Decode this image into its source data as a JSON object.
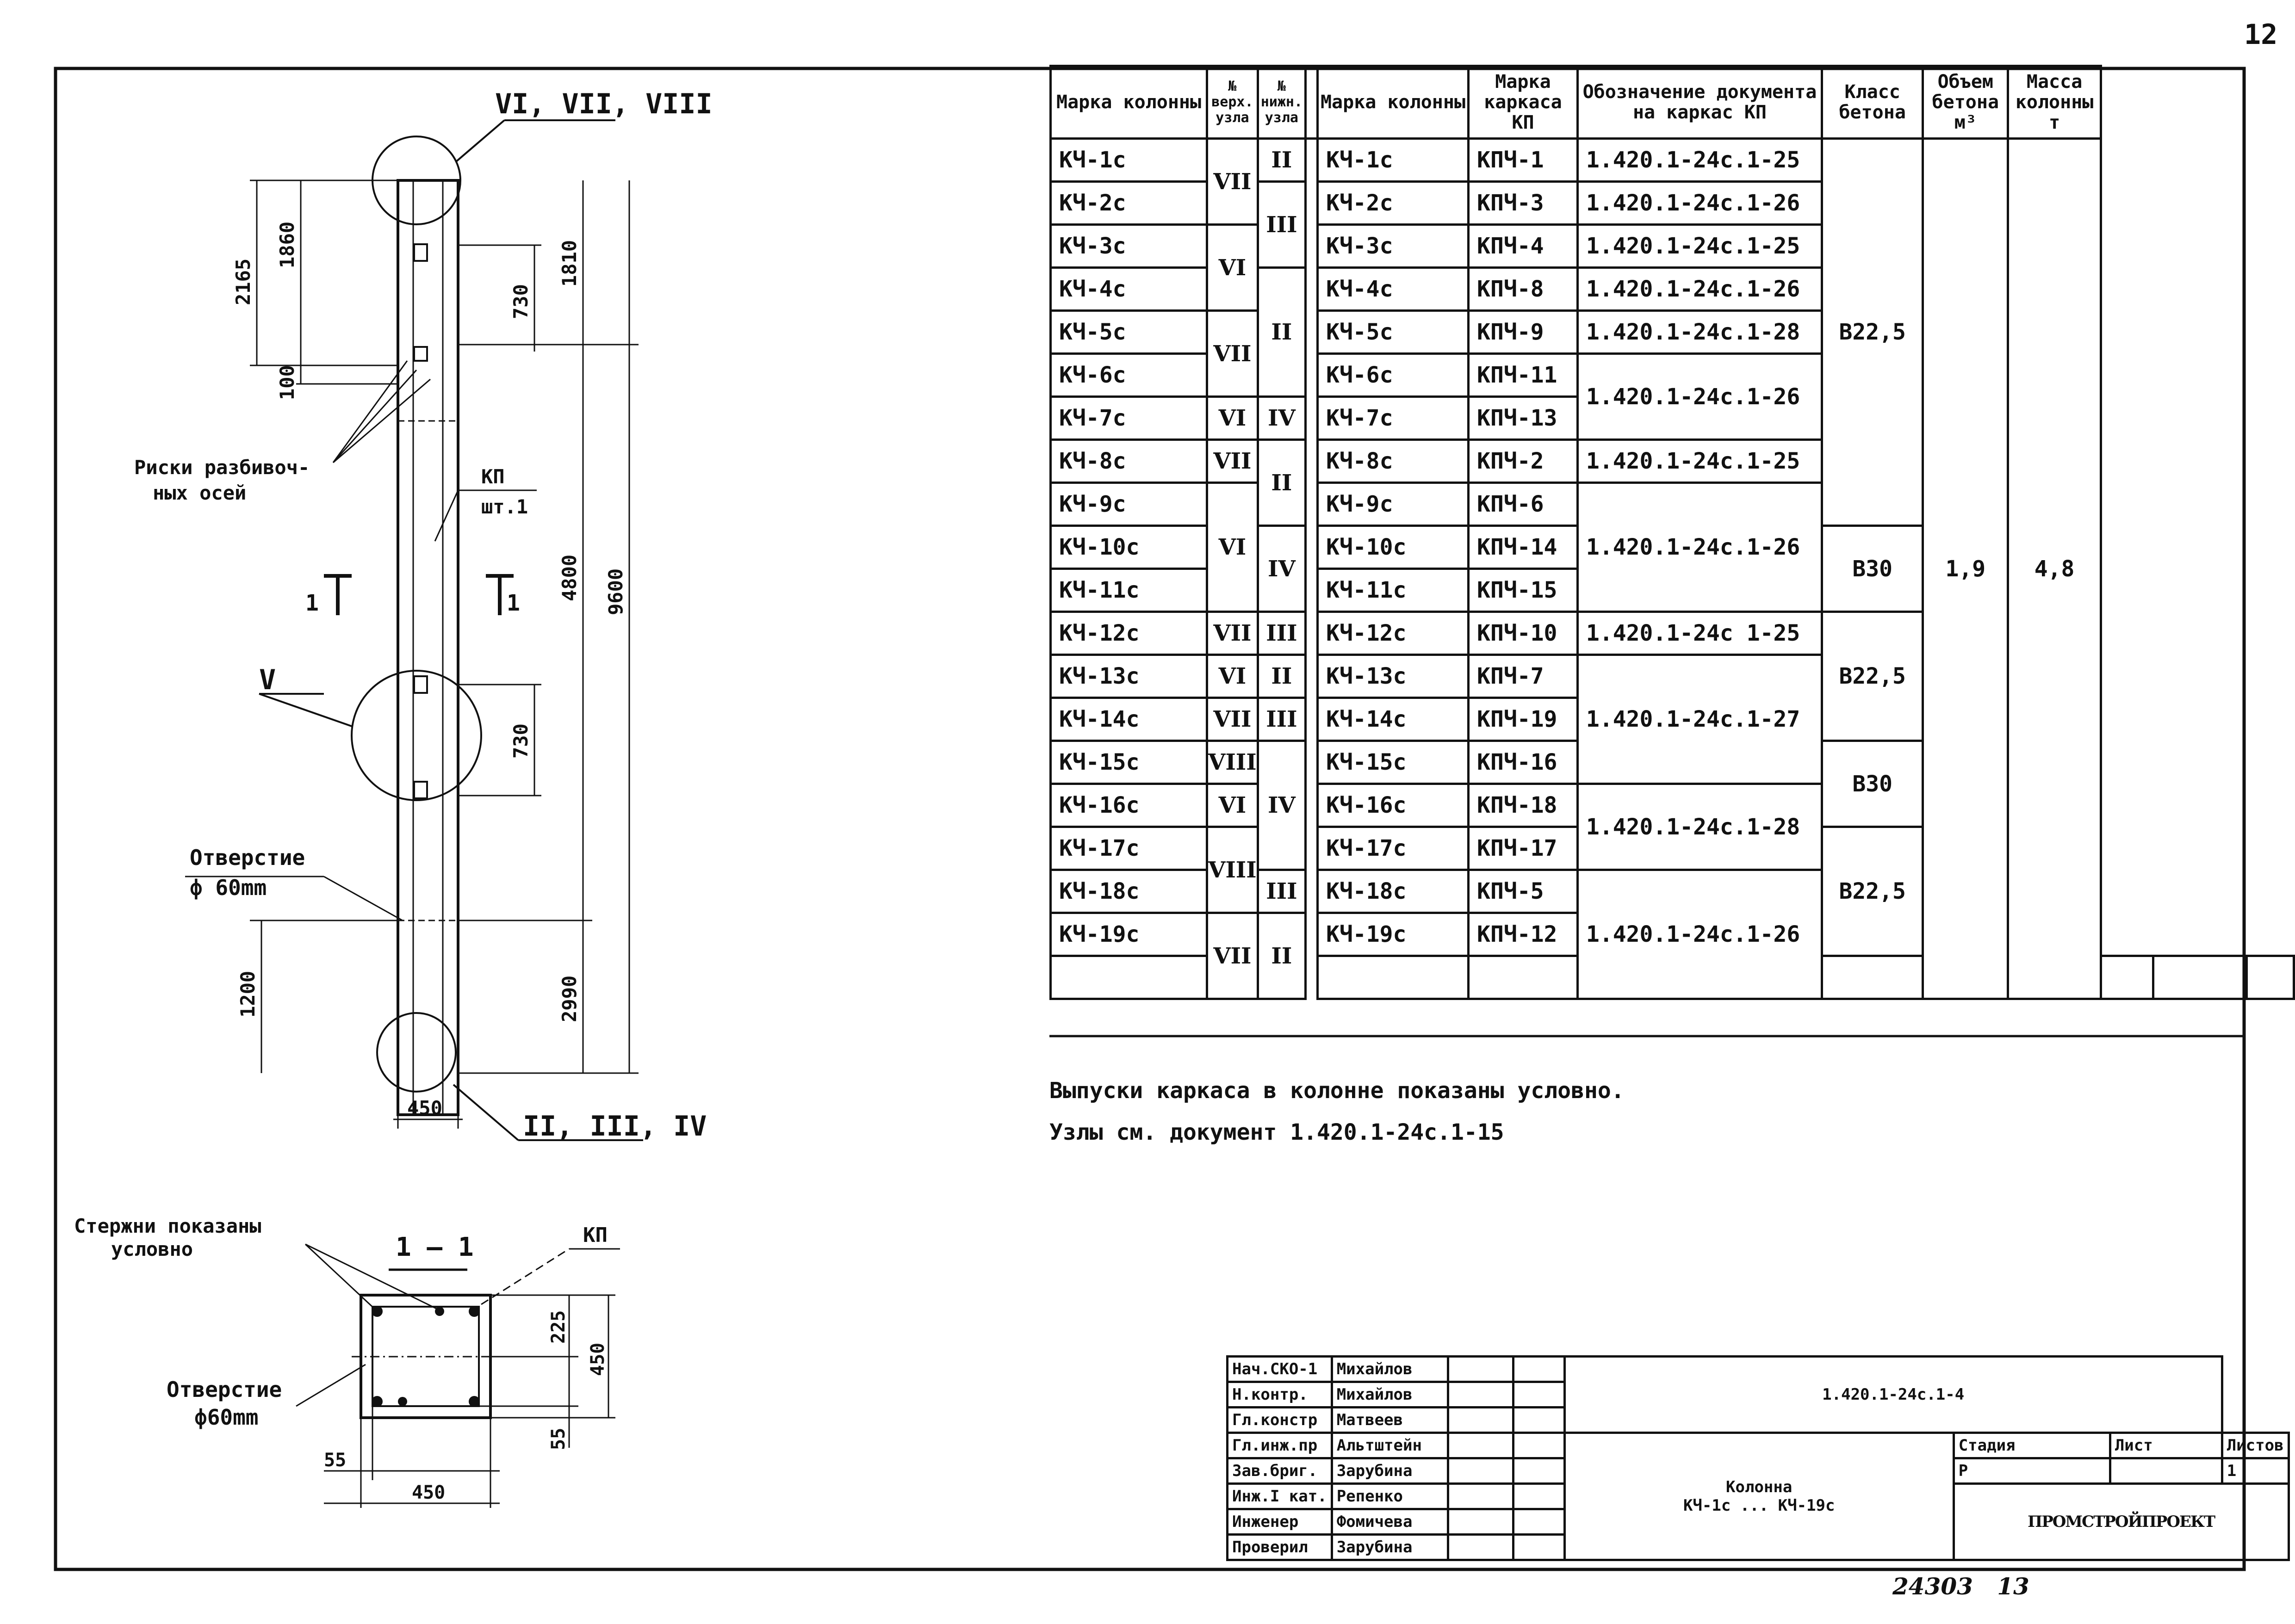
{
  "sheet_number": "12",
  "archive_number": "24303",
  "archive_page": "13",
  "drawing": {
    "top_nodes": "VI, VII, VIII",
    "bottom_nodes": "II, III, IV",
    "node_v": "V",
    "dims": {
      "d2165": "2165",
      "d1860": "1860",
      "d1810": "1810",
      "d730a": "730",
      "d100": "100",
      "d4800": "4800",
      "d9600": "9600",
      "d730b": "730",
      "d2990": "2990",
      "d1200": "1200",
      "d450": "450"
    },
    "marks_label_1": "Риски разбивоч-",
    "marks_label_2": "ных осей",
    "kp_label": "КП",
    "kp_qty": "шт.1",
    "section_mark": "1",
    "hole_label": "Отверстие",
    "hole_size": "ф 60mm"
  },
  "section": {
    "title": "1 — 1",
    "bars_label_1": "Стержни показаны",
    "bars_label_2": "условно",
    "kp_label": "КП",
    "hole_label": "Отверстие",
    "hole_size": "ф60mm",
    "dims": {
      "d225": "225",
      "d450v": "450",
      "d55v": "55",
      "d55h": "55",
      "d450h": "450"
    }
  },
  "table": {
    "headers": {
      "col_mark": "Марка колонны",
      "top_node": "№ верх. узла",
      "bottom_node": "№ нижн. узла",
      "col_mark2": "Марка колонны",
      "frame_mark": "Марка каркаса КП",
      "doc": "Обозначение документа на каркас КП",
      "concrete_class": "Класс бетона",
      "volume": "Объем бетона м³",
      "mass": "Масса колонны т"
    },
    "rows": [
      {
        "mark": "КЧ-1с",
        "frame": "КПЧ-1"
      },
      {
        "mark": "КЧ-2с",
        "frame": "КПЧ-3"
      },
      {
        "mark": "КЧ-3с",
        "frame": "КПЧ-4"
      },
      {
        "mark": "КЧ-4с",
        "frame": "КПЧ-8"
      },
      {
        "mark": "КЧ-5с",
        "frame": "КПЧ-9"
      },
      {
        "mark": "КЧ-6с",
        "frame": "КПЧ-11"
      },
      {
        "mark": "КЧ-7с",
        "frame": "КПЧ-13"
      },
      {
        "mark": "КЧ-8с",
        "frame": "КПЧ-2"
      },
      {
        "mark": "КЧ-9с",
        "frame": "КПЧ-6"
      },
      {
        "mark": "КЧ-10с",
        "frame": "КПЧ-14"
      },
      {
        "mark": "КЧ-11с",
        "frame": "КПЧ-15"
      },
      {
        "mark": "КЧ-12с",
        "frame": "КПЧ-10"
      },
      {
        "mark": "КЧ-13с",
        "frame": "КПЧ-7"
      },
      {
        "mark": "КЧ-14с",
        "frame": "КПЧ-19"
      },
      {
        "mark": "КЧ-15с",
        "frame": "КПЧ-16"
      },
      {
        "mark": "КЧ-16с",
        "frame": "КПЧ-18"
      },
      {
        "mark": "КЧ-17с",
        "frame": "КПЧ-17"
      },
      {
        "mark": "КЧ-18с",
        "frame": "КПЧ-5"
      },
      {
        "mark": "КЧ-19с",
        "frame": "КПЧ-12"
      }
    ],
    "top_nodes": [
      {
        "value": "VII",
        "span": 2
      },
      {
        "value": "VI",
        "span": 2
      },
      {
        "value": "VII",
        "span": 2
      },
      {
        "value": "VI",
        "span": 1
      },
      {
        "value": "VII",
        "span": 1
      },
      {
        "value": "VI",
        "span": 3
      },
      {
        "value": "VII",
        "span": 1
      },
      {
        "value": "VI",
        "span": 1
      },
      {
        "value": "VII",
        "span": 1
      },
      {
        "value": "VIII",
        "span": 1
      },
      {
        "value": "VI",
        "span": 1
      },
      {
        "value": "VIII",
        "span": 2
      },
      {
        "value": "VII",
        "span": 3
      }
    ],
    "bottom_nodes": [
      {
        "value": "II",
        "span": 1
      },
      {
        "value": "III",
        "span": 2
      },
      {
        "value": "II",
        "span": 3
      },
      {
        "value": "IV",
        "span": 1
      },
      {
        "value": "II",
        "span": 2
      },
      {
        "value": "IV",
        "span": 2
      },
      {
        "value": "III",
        "span": 1
      },
      {
        "value": "II",
        "span": 1
      },
      {
        "value": "III",
        "span": 1
      },
      {
        "value": "IV",
        "span": 3
      },
      {
        "value": "III",
        "span": 1
      },
      {
        "value": "II",
        "span": 2
      }
    ],
    "docs": [
      {
        "value": "1.420.1-24с.1-25",
        "span": 1
      },
      {
        "value": "1.420.1-24с.1-26",
        "span": 1
      },
      {
        "value": "1.420.1-24с.1-25",
        "span": 1
      },
      {
        "value": "1.420.1-24с.1-26",
        "span": 1
      },
      {
        "value": "1.420.1-24с.1-28",
        "span": 1
      },
      {
        "value": "1.420.1-24с.1-26",
        "span": 2
      },
      {
        "value": "1.420.1-24с.1-25",
        "span": 1
      },
      {
        "value": "1.420.1-24с.1-26",
        "span": 3
      },
      {
        "value": "1.420.1-24с 1-25",
        "span": 1
      },
      {
        "value": "1.420.1-24с.1-27",
        "span": 3
      },
      {
        "value": "1.420.1-24с.1-28",
        "span": 2
      },
      {
        "value": "1.420.1-24с.1-26",
        "span": 3
      }
    ],
    "classes": [
      {
        "value": "В22,5",
        "span": 9
      },
      {
        "value": "В30",
        "span": 2
      },
      {
        "value": "В22,5",
        "span": 3
      },
      {
        "value": "В30",
        "span": 2
      },
      {
        "value": "В22,5",
        "span": 3
      }
    ],
    "volume": "1,9",
    "mass": "4,8"
  },
  "notes": [
    "Выпуски каркаса в колонне показаны условно.",
    "Узлы см. документ 1.420.1-24с.1-15"
  ],
  "title_block": {
    "doc_code": "1.420.1-24с.1-4",
    "title_1": "Колонна",
    "title_2": "КЧ-1с ... КЧ-19с",
    "stage_label": "Стадия",
    "sheet_label": "Лист",
    "sheets_label": "Листов",
    "stage": "Р",
    "sheet": "",
    "sheets": "1",
    "organization": "ПРОМСТРОЙПРОЕКТ",
    "staff": [
      {
        "role": "Нач.СКО-1",
        "name": "Михайлов"
      },
      {
        "role": "Н.контр.",
        "name": "Михайлов"
      },
      {
        "role": "Гл.констр",
        "name": "Матвеев"
      },
      {
        "role": "Гл.инж.пр",
        "name": "Альтштейн"
      },
      {
        "role": "Зав.бриг.",
        "name": "Зарубина"
      },
      {
        "role": "Инж.I кат.",
        "name": "Репенко"
      },
      {
        "role": "Инженер",
        "name": "Фомичева"
      },
      {
        "role": "Проверил",
        "name": "Зарубина"
      }
    ]
  }
}
